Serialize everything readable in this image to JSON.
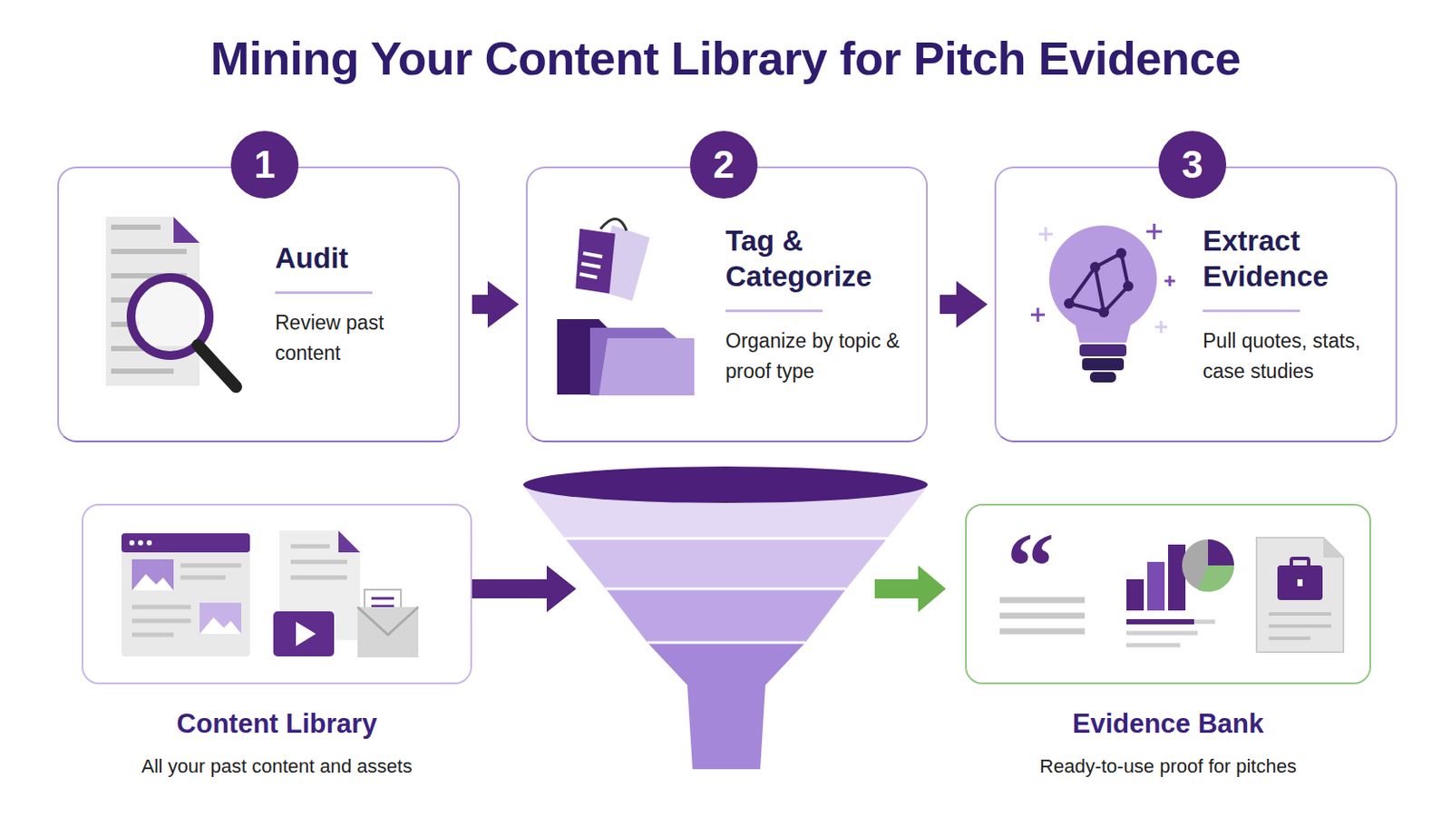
{
  "diagram": {
    "title": "Mining Your Content Library for Pitch Evidence",
    "nodes": [
      {
        "text": [
          "Audit",
          "Review past content"
        ]
      },
      {
        "text": [
          "1"
        ],
        "in": 0
      },
      {
        "text": [
          "Tag & Categorize",
          "Organize by topic & proof type"
        ]
      },
      {
        "text": [
          "2"
        ],
        "in": 2
      },
      {
        "text": [
          "Extract Evidence",
          "Pull quotes, stats, case studies"
        ]
      },
      {
        "text": [
          "3"
        ],
        "in": 4
      },
      {
        "text": [
          "Content Library",
          "All your past content and assets"
        ]
      },
      {
        "text": [
          "Evidence Bank",
          "Ready-to-use proof for pitches"
        ]
      }
    ],
    "edges": [
      {
        "from": 0,
        "to": 2,
        "arrow": "to"
      },
      {
        "from": 2,
        "to": 4,
        "arrow": "to"
      }
    ]
  }
}
